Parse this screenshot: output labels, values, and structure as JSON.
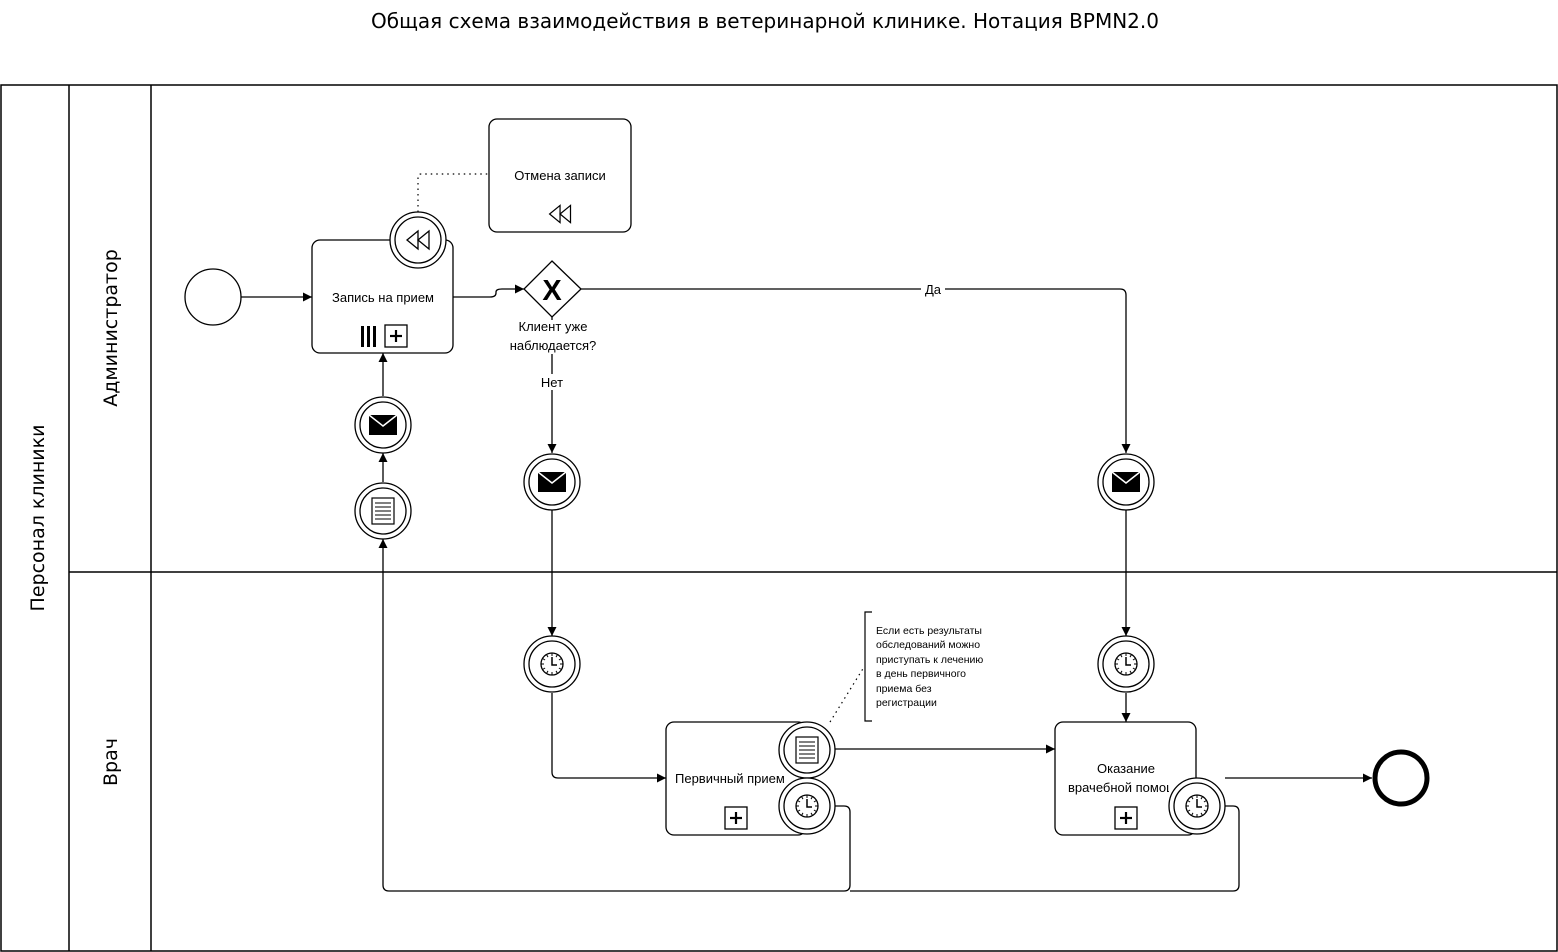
{
  "title": "Общая схема взаимодействия в ветеринарной клинике. Нотация BPMN2.0",
  "pool": {
    "label": "Персонал клиники"
  },
  "lanes": [
    {
      "label": "Администратор"
    },
    {
      "label": "Врач"
    }
  ],
  "tasks": {
    "booking": {
      "label": "Запись на прием",
      "markers": [
        "multi-instance-parallel-icon",
        "subprocess-plus-icon"
      ]
    },
    "cancel": {
      "label": "Отмена записи",
      "markers": [
        "compensation-icon"
      ]
    },
    "first_visit": {
      "label": "Первичный прием",
      "markers": [
        "subprocess-plus-icon"
      ]
    },
    "treatment": {
      "label_line1": "Оказание",
      "label_line2": "врачебной помощи",
      "markers": [
        "subprocess-plus-icon"
      ]
    }
  },
  "gateway": {
    "label_line1": "Клиент уже",
    "label_line2": "наблюдается?",
    "yes": "Да",
    "no": "Нет"
  },
  "annotation": {
    "lines": [
      "Если есть результаты",
      "обследований можно",
      "приступать к лечению",
      "в день первичного",
      "приема без",
      "регистрации"
    ]
  },
  "events": {
    "start": "start-event",
    "end": "end-event",
    "compensation_boundary": "compensation-icon",
    "message_events": [
      "envelope-icon",
      "envelope-icon",
      "envelope-icon"
    ],
    "conditional_events": [
      "document-icon",
      "document-icon"
    ],
    "timer_events": [
      "clock-icon",
      "clock-icon",
      "clock-icon",
      "clock-icon"
    ]
  },
  "colors": {
    "stroke": "#000000",
    "fill": "#ffffff"
  }
}
